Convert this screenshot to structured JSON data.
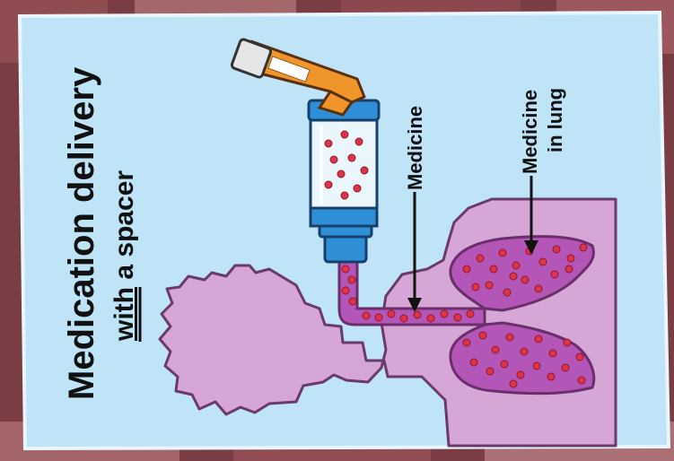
{
  "title": {
    "line1": "Medication delivery",
    "line2_prefix": "",
    "line2_underlined": "with",
    "line2_suffix": " a spacer"
  },
  "labels": {
    "medicine": "Medicine",
    "medicine_in_lung_line1": "Medicine",
    "medicine_in_lung_line2": "in lung"
  },
  "colors": {
    "panel_background": "#bfe4f7",
    "body": "#d6a6d6",
    "lung": "#b455b8",
    "particle": "#e0334a",
    "inhaler": "#f0952a",
    "spacer_cap": "#2f8fd6"
  }
}
